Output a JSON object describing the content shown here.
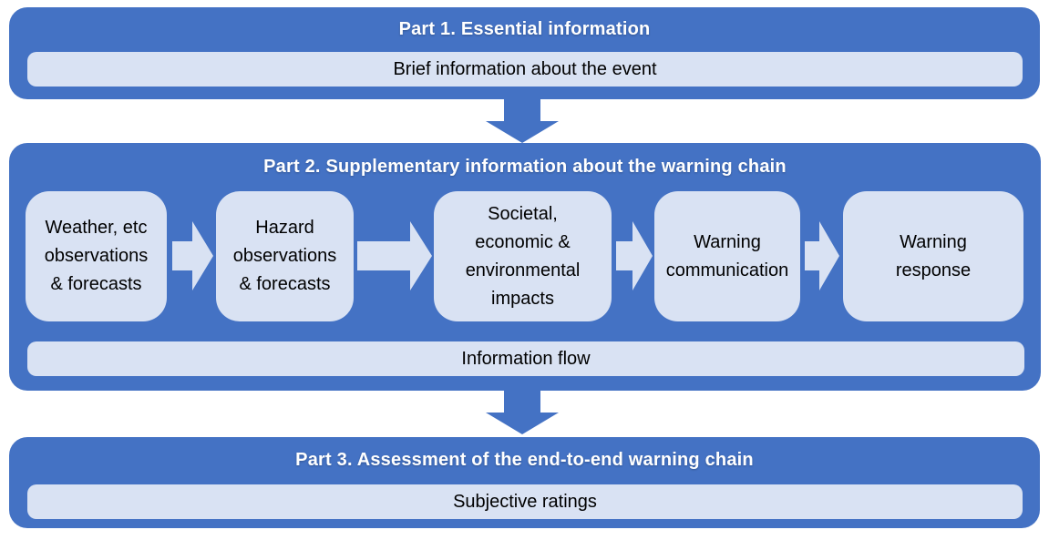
{
  "colors": {
    "accent_blue": "#4472C4",
    "light_fill": "#D9E2F3",
    "title_text": "#FFFFFF",
    "body_text": "#000000",
    "background": "#FFFFFF"
  },
  "part1": {
    "title": "Part 1. Essential information",
    "bar": "Brief information about the event"
  },
  "part2": {
    "title": "Part 2. Supplementary information about the warning chain",
    "boxes": [
      {
        "label": "Weather, etc\nobservations\n& forecasts"
      },
      {
        "label": "Hazard\nobservations\n& forecasts"
      },
      {
        "label": "Societal,\neconomic &\nenvironmental\nimpacts"
      },
      {
        "label": "Warning\ncommunication"
      },
      {
        "label": "Warning\nresponse"
      }
    ],
    "bar": "Information flow"
  },
  "part3": {
    "title": "Part 3. Assessment of the end-to-end warning chain",
    "bar": "Subjective ratings"
  },
  "icons": {
    "down_arrow": "down-arrow-icon",
    "right_arrow": "right-arrow-icon"
  }
}
